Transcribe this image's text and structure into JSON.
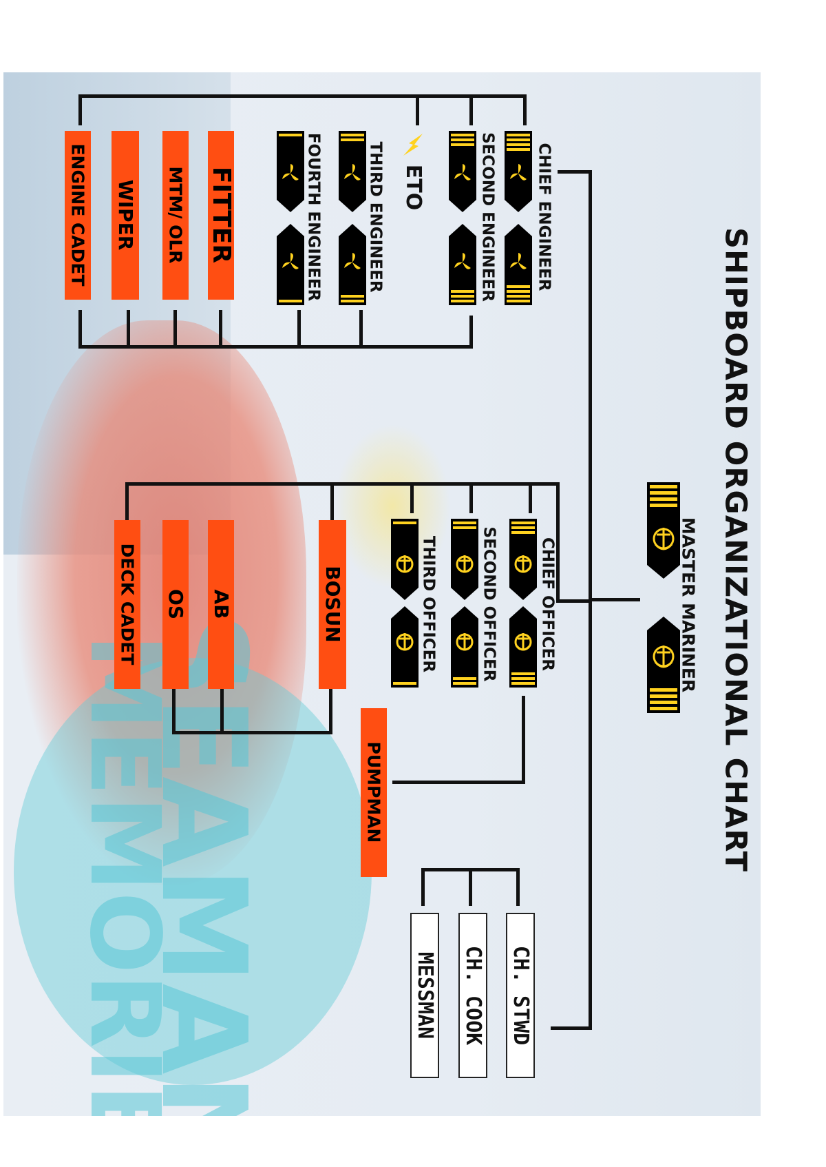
{
  "title": "SHIPBOARD ORGANIZATIONAL CHART",
  "watermark": {
    "line1": "SEAMAN",
    "line2": "MEMORIES"
  },
  "colors": {
    "orange": "#ff4e12",
    "stripe": "#ffd21f",
    "epaulette": "#000000",
    "line": "#111111"
  },
  "master": {
    "label": "MASTER MARINER",
    "stripes": 4,
    "emblem": "anchor-icon"
  },
  "engine": {
    "chief_engineer": {
      "label": "CHIEF ENGINEER",
      "stripes": 4,
      "emblem": "propeller-icon"
    },
    "second_engineer": {
      "label": "SECOND ENGINEER",
      "stripes": 3,
      "emblem": "propeller-icon"
    },
    "eto": {
      "label": "ETO",
      "emblem": "lightning-icon"
    },
    "third_engineer": {
      "label": "THIRD ENGINEER",
      "stripes": 2,
      "emblem": "propeller-icon"
    },
    "fourth_engineer": {
      "label": "FOURTH ENGINEER",
      "stripes": 1,
      "emblem": "propeller-icon"
    },
    "crew": [
      "FITTER",
      "MTM/ OLR",
      "WIPER",
      "ENGINE CADET"
    ]
  },
  "deck": {
    "chief_officer": {
      "label": "CHIEF OFFICER",
      "stripes": 3,
      "emblem": "anchor-icon"
    },
    "second_officer": {
      "label": "SECOND OFFICER",
      "stripes": 2,
      "emblem": "anchor-icon"
    },
    "third_officer": {
      "label": "THIRD OFFICER",
      "stripes": 1,
      "emblem": "anchor-icon"
    },
    "crew": [
      "BOSUN",
      "AB",
      "OS",
      "DECK CADET"
    ],
    "pumpman": "PUMPMAN"
  },
  "catering": [
    "CH. STWD",
    "CH. COOK",
    "MESSMAN"
  ]
}
